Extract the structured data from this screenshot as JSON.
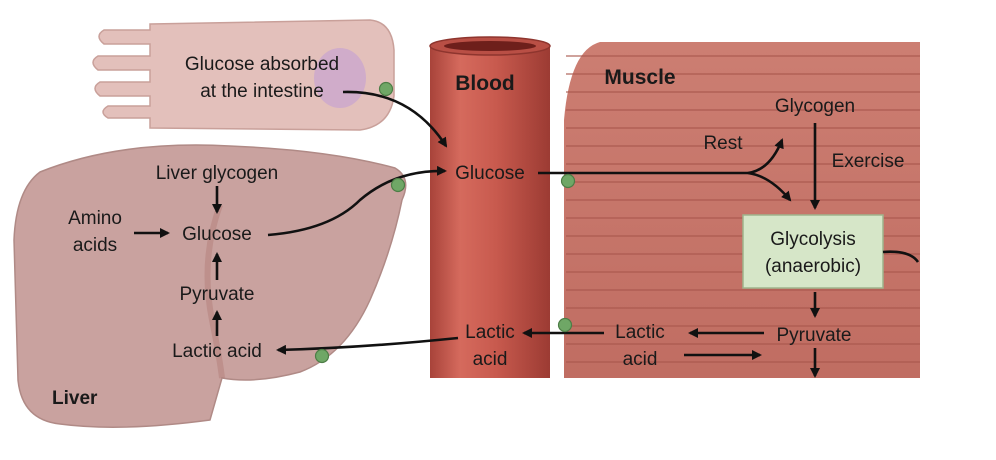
{
  "regions": {
    "blood": "Blood",
    "muscle": "Muscle",
    "liver": "Liver"
  },
  "intestine": {
    "line1": "Glucose absorbed",
    "line2": "at the intestine"
  },
  "liver": {
    "glycogen": "Liver glycogen",
    "amino_line1": "Amino",
    "amino_line2": "acids",
    "glucose": "Glucose",
    "pyruvate": "Pyruvate",
    "lactic_acid": "Lactic acid"
  },
  "blood": {
    "glucose": "Glucose",
    "lactic_line1": "Lactic",
    "lactic_line2": "acid"
  },
  "muscle": {
    "glycogen": "Glycogen",
    "rest": "Rest",
    "exercise": "Exercise",
    "glycolysis_line1": "Glycolysis",
    "glycolysis_line2": "(anaerobic)",
    "pyruvate": "Pyruvate",
    "lactic_line1": "Lactic",
    "lactic_line2": "acid"
  },
  "colors": {
    "intestine_fill": "#e3c0bb",
    "liver_fill": "#c9a29f",
    "blood_vessel": "#c85a4e",
    "muscle_fill": "#c7766a",
    "glycolysis_box": "#d6e6c8",
    "transport_dot": "#6fa766"
  }
}
